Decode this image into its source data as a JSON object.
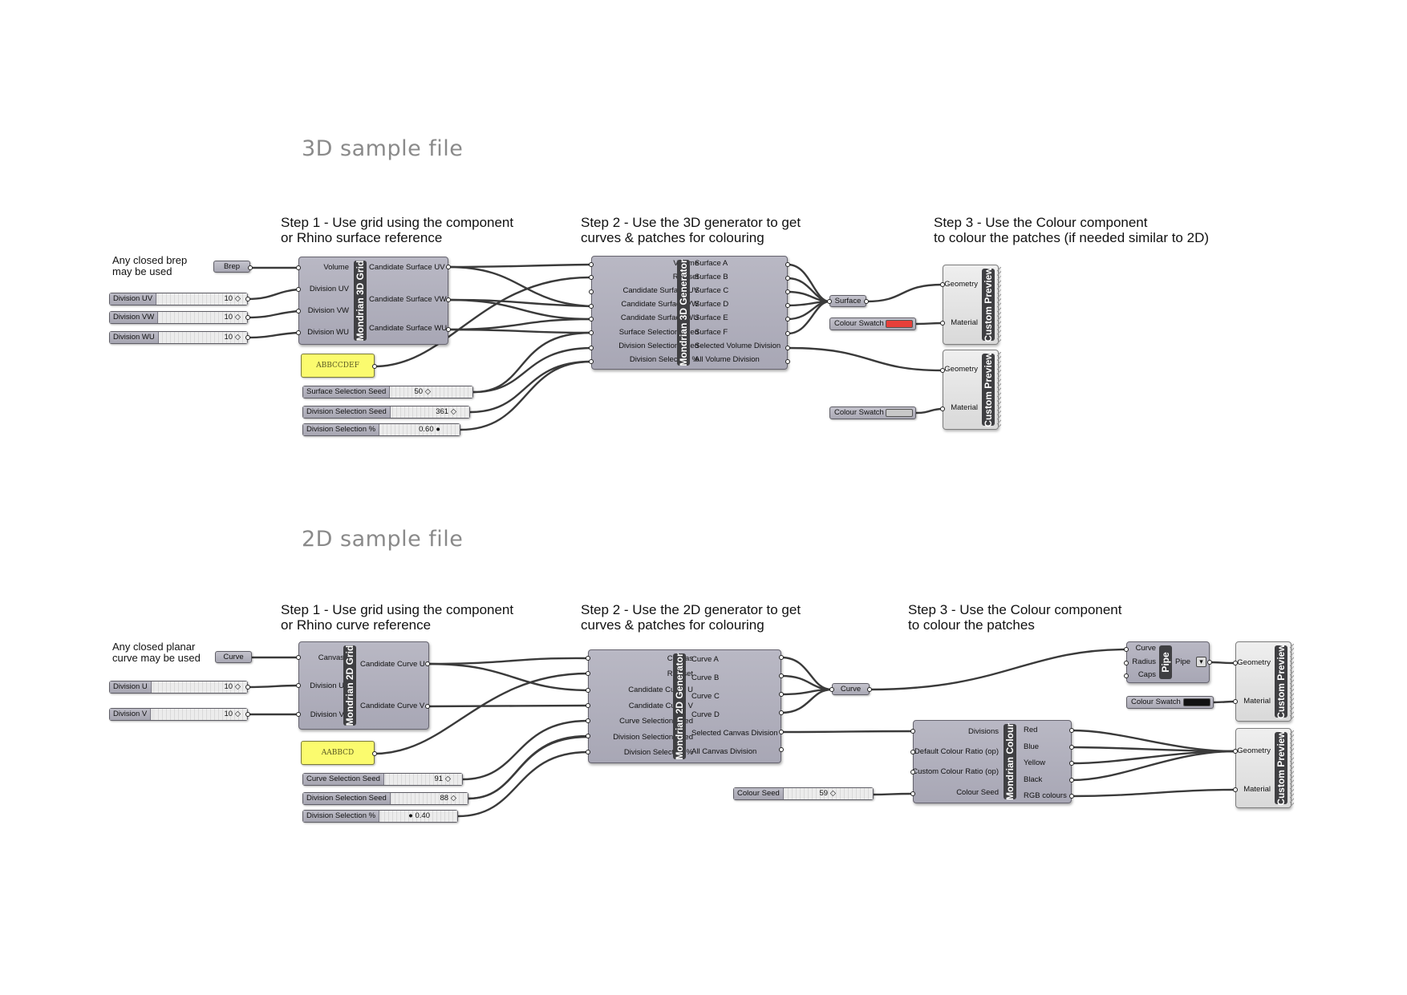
{
  "sections": {
    "top_title": "3D sample file",
    "bottom_title": "2D sample file"
  },
  "steps3d": {
    "step1": [
      "Step 1 - Use grid using the component",
      "or Rhino surface reference"
    ],
    "step2": [
      "Step 2 - Use the 3D generator to get",
      "curves & patches for colouring"
    ],
    "step3": [
      "Step 3 - Use the Colour component",
      "to colour the patches (if needed similar to 2D)"
    ],
    "note": [
      "Any closed brep",
      "may be used"
    ]
  },
  "steps2d": {
    "step1": [
      "Step 1 - Use grid using the component",
      "or Rhino curve reference"
    ],
    "step2": [
      "Step 2 - Use the 2D generator to get",
      "curves & patches for colouring"
    ],
    "step3": [
      "Step 3 - Use the Colour component",
      "to colour the patches"
    ],
    "note": [
      "Any closed planar",
      "curve may be used"
    ]
  },
  "grid3d": {
    "title": "Mondrian 3D Grid",
    "inputs": [
      "Volume",
      "Division UV",
      "Division VW",
      "Division WU"
    ],
    "outputs": [
      "Candidate Surface UV",
      "Candidate Surface VW",
      "Candidate Surface WU"
    ]
  },
  "gen3d": {
    "title": "Mondrian 3D Generator",
    "inputs": [
      "Volume",
      "Ruleset",
      "Candidate Surface UV",
      "Candidate Surface VW",
      "Candidate Surface WU",
      "Surface Selection Seed",
      "Division Selection Seed",
      "Division Selection %"
    ],
    "outputs": [
      "Surface A",
      "Surface B",
      "Surface C",
      "Surface D",
      "Surface E",
      "Surface F",
      "Selected Volume Division",
      "All Volume Division"
    ]
  },
  "grid2d": {
    "title": "Mondrian 2D Grid",
    "inputs": [
      "Canvas",
      "Division U",
      "Division V"
    ],
    "outputs": [
      "Candidate Curve U",
      "Candidate Curve V"
    ]
  },
  "gen2d": {
    "title": "Mondrian 2D Generator",
    "inputs": [
      "Canvas",
      "Ruleset",
      "Candidate Curve U",
      "Candidate Curve V",
      "Curve Selection Seed",
      "Division Selection Seed",
      "Division Selection %"
    ],
    "outputs": [
      "Curve A",
      "Curve B",
      "Curve C",
      "Curve D",
      "Selected Canvas Division",
      "All Canvas Division"
    ]
  },
  "colour": {
    "title": "Mondrian Colour",
    "inputs": [
      "Divisions",
      "Default Colour Ratio (op)",
      "Custom Colour Ratio (op)",
      "Colour Seed"
    ],
    "outputs": [
      "Red",
      "Blue",
      "Yellow",
      "Black",
      "RGB colours"
    ]
  },
  "pipe": {
    "title": "Pipe",
    "inputs": [
      "Curve",
      "Radius",
      "Caps"
    ],
    "outputs": [
      "Pipe"
    ]
  },
  "preview": {
    "title": "Custom Preview",
    "inputs": [
      "Geometry",
      "Material"
    ]
  },
  "params": {
    "brep": "Brep",
    "curve_in": "Curve",
    "surface": "Surface",
    "curve_out": "Curve"
  },
  "sliders3d": [
    {
      "label": "Division UV",
      "value": "10 ◇"
    },
    {
      "label": "Division VW",
      "value": "10 ◇"
    },
    {
      "label": "Division WU",
      "value": "10 ◇"
    },
    {
      "label": "Surface Selection Seed",
      "value": "50 ◇"
    },
    {
      "label": "Division Selection Seed",
      "value": "361 ◇"
    },
    {
      "label": "Division Selection %",
      "value": "0.60 ●"
    }
  ],
  "sliders2d": [
    {
      "label": "Division U",
      "value": "10 ◇"
    },
    {
      "label": "Division V",
      "value": "10 ◇"
    },
    {
      "label": "Curve Selection Seed",
      "value": "91 ◇"
    },
    {
      "label": "Division Selection Seed",
      "value": "88 ◇"
    },
    {
      "label": "Division Selection %",
      "value": "● 0.40"
    },
    {
      "label": "Colour Seed",
      "value": "59 ◇"
    }
  ],
  "panels": {
    "ruleset3d": "ABBCCDEF",
    "ruleset2d": "AABBCD"
  },
  "swatches": {
    "label": "Colour Swatch",
    "colors": [
      "#e8403a",
      "#c8c8c8",
      "#111111"
    ]
  }
}
